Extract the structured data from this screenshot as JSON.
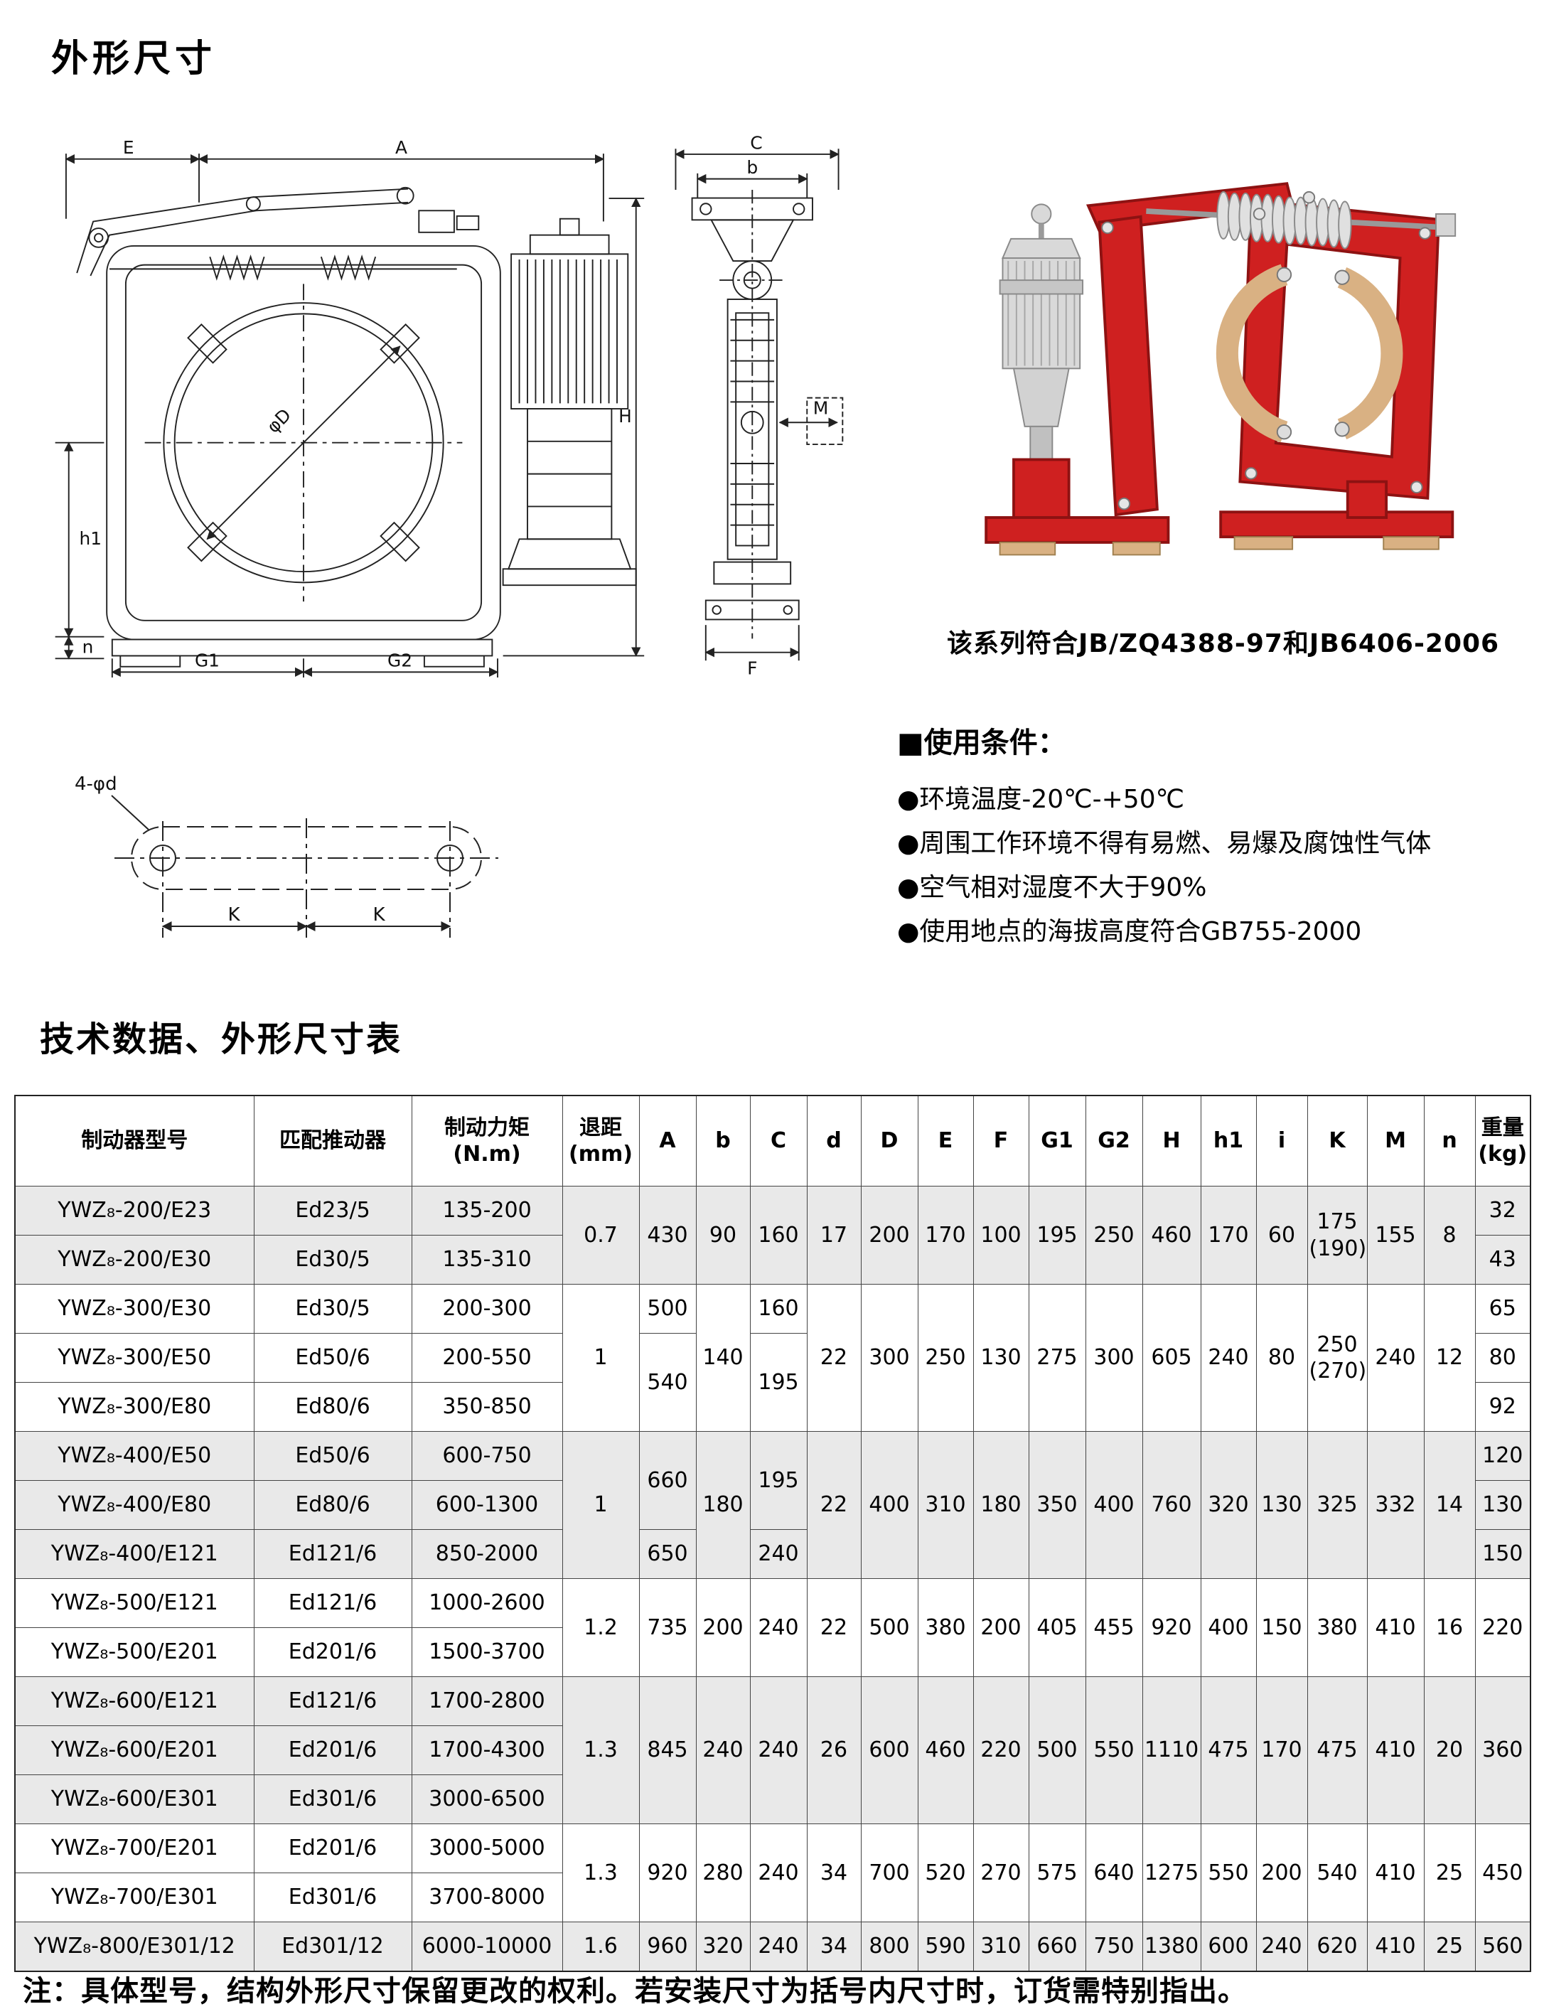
{
  "page": {
    "title": "外形尺寸",
    "section_title": "技术数据、外形尺寸表",
    "photo_caption": "该系列符合JB/ZQ4388-97和JB6406-2006",
    "note": "注：具体型号，结构外形尺寸保留更改的权利。若安装尺寸为括号内尺寸时，订货需特别指出。"
  },
  "conditions": {
    "heading": "■使用条件：",
    "items": [
      "●环境温度-20℃-+50℃",
      "●周围工作环境不得有易燃、易爆及腐蚀性气体",
      "●空气相对湿度不大于90%",
      "●使用地点的海拔高度符合GB755-2000"
    ]
  },
  "drawings": {
    "front_view": {
      "dim_e": "E",
      "dim_a": "A",
      "dim_h": "H",
      "dim_phi_d": "φD",
      "dim_h1": "h1",
      "dim_n": "n",
      "dim_g1": "G1",
      "dim_g2": "G2"
    },
    "side_view": {
      "dim_c": "C",
      "dim_b": "b",
      "dim_f": "F",
      "dim_m": "M"
    },
    "mounting_view": {
      "dim_holes": "4-φd",
      "dim_k1": "K",
      "dim_k2": "K"
    }
  },
  "colors": {
    "brake_red": "#cf2020",
    "row_shade": "#e9e9e9",
    "table_border": "#444444"
  },
  "table": {
    "columns": [
      "制动器型号",
      "匹配推动器",
      "制动力矩\n(N.m)",
      "退距\n(mm)",
      "A",
      "b",
      "C",
      "d",
      "D",
      "E",
      "F",
      "G1",
      "G2",
      "H",
      "h1",
      "i",
      "K",
      "M",
      "n",
      "重量\n(kg)"
    ],
    "rows": [
      {
        "shaded": true,
        "cells": [
          {
            "t": "YWZ₈-200/E23"
          },
          {
            "t": "Ed23/5"
          },
          {
            "t": "135-200"
          },
          {
            "t": "0.7",
            "rs": 2
          },
          {
            "t": "430",
            "rs": 2
          },
          {
            "t": "90",
            "rs": 2
          },
          {
            "t": "160",
            "rs": 2
          },
          {
            "t": "17",
            "rs": 2
          },
          {
            "t": "200",
            "rs": 2
          },
          {
            "t": "170",
            "rs": 2
          },
          {
            "t": "100",
            "rs": 2
          },
          {
            "t": "195",
            "rs": 2
          },
          {
            "t": "250",
            "rs": 2
          },
          {
            "t": "460",
            "rs": 2
          },
          {
            "t": "170",
            "rs": 2
          },
          {
            "t": "60",
            "rs": 2
          },
          {
            "t": "175\n(190)",
            "rs": 2
          },
          {
            "t": "155",
            "rs": 2
          },
          {
            "t": "8",
            "rs": 2
          },
          {
            "t": "32"
          }
        ]
      },
      {
        "shaded": true,
        "cells": [
          {
            "t": "YWZ₈-200/E30"
          },
          {
            "t": "Ed30/5"
          },
          {
            "t": "135-310"
          },
          {
            "t": "43"
          }
        ]
      },
      {
        "shaded": false,
        "cells": [
          {
            "t": "YWZ₈-300/E30"
          },
          {
            "t": "Ed30/5"
          },
          {
            "t": "200-300"
          },
          {
            "t": "1",
            "rs": 3
          },
          {
            "t": "500"
          },
          {
            "t": "140",
            "rs": 3
          },
          {
            "t": "160"
          },
          {
            "t": "22",
            "rs": 3
          },
          {
            "t": "300",
            "rs": 3
          },
          {
            "t": "250",
            "rs": 3
          },
          {
            "t": "130",
            "rs": 3
          },
          {
            "t": "275",
            "rs": 3
          },
          {
            "t": "300",
            "rs": 3
          },
          {
            "t": "605",
            "rs": 3
          },
          {
            "t": "240",
            "rs": 3
          },
          {
            "t": "80",
            "rs": 3
          },
          {
            "t": "250\n(270)",
            "rs": 3
          },
          {
            "t": "240",
            "rs": 3
          },
          {
            "t": "12",
            "rs": 3
          },
          {
            "t": "65"
          }
        ]
      },
      {
        "shaded": false,
        "cells": [
          {
            "t": "YWZ₈-300/E50"
          },
          {
            "t": "Ed50/6"
          },
          {
            "t": "200-550"
          },
          {
            "t": "540",
            "rs": 2
          },
          {
            "t": "195",
            "rs": 2
          },
          {
            "t": "80"
          }
        ]
      },
      {
        "shaded": false,
        "cells": [
          {
            "t": "YWZ₈-300/E80"
          },
          {
            "t": "Ed80/6"
          },
          {
            "t": "350-850"
          },
          {
            "t": "92"
          }
        ]
      },
      {
        "shaded": true,
        "cells": [
          {
            "t": "YWZ₈-400/E50"
          },
          {
            "t": "Ed50/6"
          },
          {
            "t": "600-750"
          },
          {
            "t": "1",
            "rs": 3
          },
          {
            "t": "660",
            "rs": 2
          },
          {
            "t": "180",
            "rs": 3
          },
          {
            "t": "195",
            "rs": 2
          },
          {
            "t": "22",
            "rs": 3
          },
          {
            "t": "400",
            "rs": 3
          },
          {
            "t": "310",
            "rs": 3
          },
          {
            "t": "180",
            "rs": 3
          },
          {
            "t": "350",
            "rs": 3
          },
          {
            "t": "400",
            "rs": 3
          },
          {
            "t": "760",
            "rs": 3
          },
          {
            "t": "320",
            "rs": 3
          },
          {
            "t": "130",
            "rs": 3
          },
          {
            "t": "325",
            "rs": 3
          },
          {
            "t": "332",
            "rs": 3
          },
          {
            "t": "14",
            "rs": 3
          },
          {
            "t": "120"
          }
        ]
      },
      {
        "shaded": true,
        "cells": [
          {
            "t": "YWZ₈-400/E80"
          },
          {
            "t": "Ed80/6"
          },
          {
            "t": "600-1300"
          },
          {
            "t": "130"
          }
        ]
      },
      {
        "shaded": true,
        "cells": [
          {
            "t": "YWZ₈-400/E121"
          },
          {
            "t": "Ed121/6"
          },
          {
            "t": "850-2000"
          },
          {
            "t": "650"
          },
          {
            "t": "240"
          },
          {
            "t": "150"
          }
        ]
      },
      {
        "shaded": false,
        "cells": [
          {
            "t": "YWZ₈-500/E121"
          },
          {
            "t": "Ed121/6"
          },
          {
            "t": "1000-2600"
          },
          {
            "t": "1.2",
            "rs": 2
          },
          {
            "t": "735",
            "rs": 2
          },
          {
            "t": "200",
            "rs": 2
          },
          {
            "t": "240",
            "rs": 2
          },
          {
            "t": "22",
            "rs": 2
          },
          {
            "t": "500",
            "rs": 2
          },
          {
            "t": "380",
            "rs": 2
          },
          {
            "t": "200",
            "rs": 2
          },
          {
            "t": "405",
            "rs": 2
          },
          {
            "t": "455",
            "rs": 2
          },
          {
            "t": "920",
            "rs": 2
          },
          {
            "t": "400",
            "rs": 2
          },
          {
            "t": "150",
            "rs": 2
          },
          {
            "t": "380",
            "rs": 2
          },
          {
            "t": "410",
            "rs": 2
          },
          {
            "t": "16",
            "rs": 2
          },
          {
            "t": "220",
            "rs": 2
          }
        ]
      },
      {
        "shaded": false,
        "cells": [
          {
            "t": "YWZ₈-500/E201"
          },
          {
            "t": "Ed201/6"
          },
          {
            "t": "1500-3700"
          }
        ]
      },
      {
        "shaded": true,
        "cells": [
          {
            "t": "YWZ₈-600/E121"
          },
          {
            "t": "Ed121/6"
          },
          {
            "t": "1700-2800"
          },
          {
            "t": "1.3",
            "rs": 3
          },
          {
            "t": "845",
            "rs": 3
          },
          {
            "t": "240",
            "rs": 3
          },
          {
            "t": "240",
            "rs": 3
          },
          {
            "t": "26",
            "rs": 3
          },
          {
            "t": "600",
            "rs": 3
          },
          {
            "t": "460",
            "rs": 3
          },
          {
            "t": "220",
            "rs": 3
          },
          {
            "t": "500",
            "rs": 3
          },
          {
            "t": "550",
            "rs": 3
          },
          {
            "t": "1110",
            "rs": 3
          },
          {
            "t": "475",
            "rs": 3
          },
          {
            "t": "170",
            "rs": 3
          },
          {
            "t": "475",
            "rs": 3
          },
          {
            "t": "410",
            "rs": 3
          },
          {
            "t": "20",
            "rs": 3
          },
          {
            "t": "360",
            "rs": 3
          }
        ]
      },
      {
        "shaded": true,
        "cells": [
          {
            "t": "YWZ₈-600/E201"
          },
          {
            "t": "Ed201/6"
          },
          {
            "t": "1700-4300"
          }
        ]
      },
      {
        "shaded": true,
        "cells": [
          {
            "t": "YWZ₈-600/E301"
          },
          {
            "t": "Ed301/6"
          },
          {
            "t": "3000-6500"
          }
        ]
      },
      {
        "shaded": false,
        "cells": [
          {
            "t": "YWZ₈-700/E201"
          },
          {
            "t": "Ed201/6"
          },
          {
            "t": "3000-5000"
          },
          {
            "t": "1.3",
            "rs": 2
          },
          {
            "t": "920",
            "rs": 2
          },
          {
            "t": "280",
            "rs": 2
          },
          {
            "t": "240",
            "rs": 2
          },
          {
            "t": "34",
            "rs": 2
          },
          {
            "t": "700",
            "rs": 2
          },
          {
            "t": "520",
            "rs": 2
          },
          {
            "t": "270",
            "rs": 2
          },
          {
            "t": "575",
            "rs": 2
          },
          {
            "t": "640",
            "rs": 2
          },
          {
            "t": "1275",
            "rs": 2
          },
          {
            "t": "550",
            "rs": 2
          },
          {
            "t": "200",
            "rs": 2
          },
          {
            "t": "540",
            "rs": 2
          },
          {
            "t": "410",
            "rs": 2
          },
          {
            "t": "25",
            "rs": 2
          },
          {
            "t": "450",
            "rs": 2
          }
        ]
      },
      {
        "shaded": false,
        "cells": [
          {
            "t": "YWZ₈-700/E301"
          },
          {
            "t": "Ed301/6"
          },
          {
            "t": "3700-8000"
          }
        ]
      },
      {
        "shaded": true,
        "cells": [
          {
            "t": "YWZ₈-800/E301/12"
          },
          {
            "t": "Ed301/12"
          },
          {
            "t": "6000-10000"
          },
          {
            "t": "1.6"
          },
          {
            "t": "960"
          },
          {
            "t": "320"
          },
          {
            "t": "240"
          },
          {
            "t": "34"
          },
          {
            "t": "800"
          },
          {
            "t": "590"
          },
          {
            "t": "310"
          },
          {
            "t": "660"
          },
          {
            "t": "750"
          },
          {
            "t": "1380"
          },
          {
            "t": "600"
          },
          {
            "t": "240"
          },
          {
            "t": "620"
          },
          {
            "t": "410"
          },
          {
            "t": "25"
          },
          {
            "t": "560"
          }
        ]
      }
    ]
  }
}
